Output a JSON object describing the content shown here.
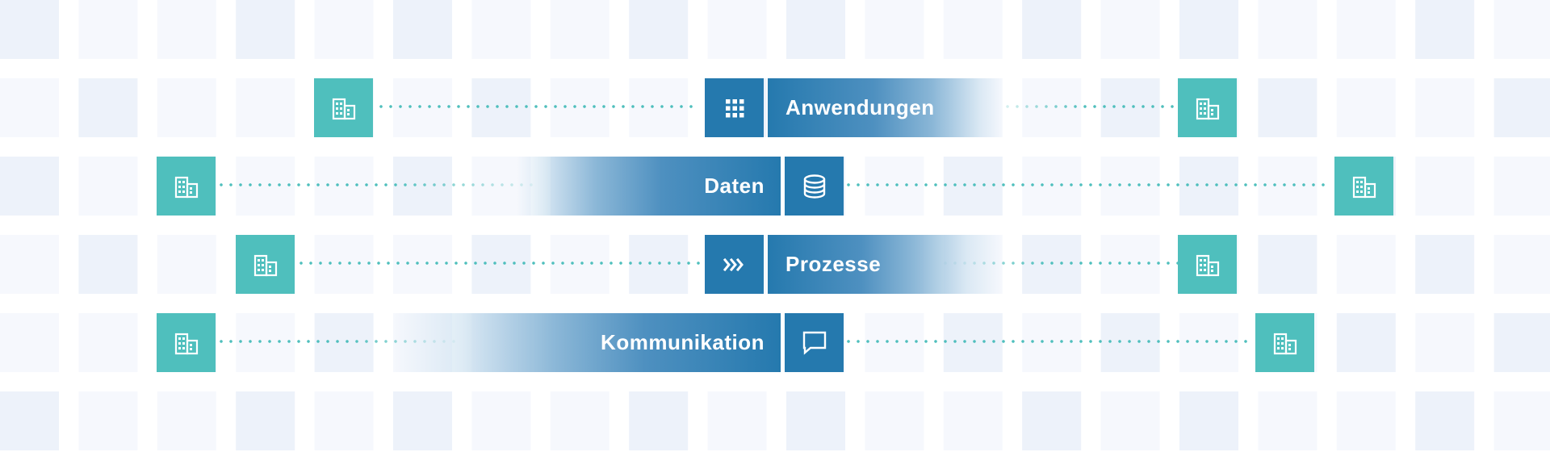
{
  "colors": {
    "teal": "#4fbfbd",
    "blue": "#2579ae",
    "tile_a": "#edf2fa",
    "tile_b": "#f6f8fd",
    "dot": "#4fbfbd"
  },
  "rows": [
    {
      "label": "Anwendungen",
      "icon": "grid-icon"
    },
    {
      "label": "Daten",
      "icon": "database-icon"
    },
    {
      "label": "Prozesse",
      "icon": "chevrons-right-icon"
    },
    {
      "label": "Kommunikation",
      "icon": "chat-bubble-icon"
    }
  ],
  "endpoint_icon": "building-icon"
}
